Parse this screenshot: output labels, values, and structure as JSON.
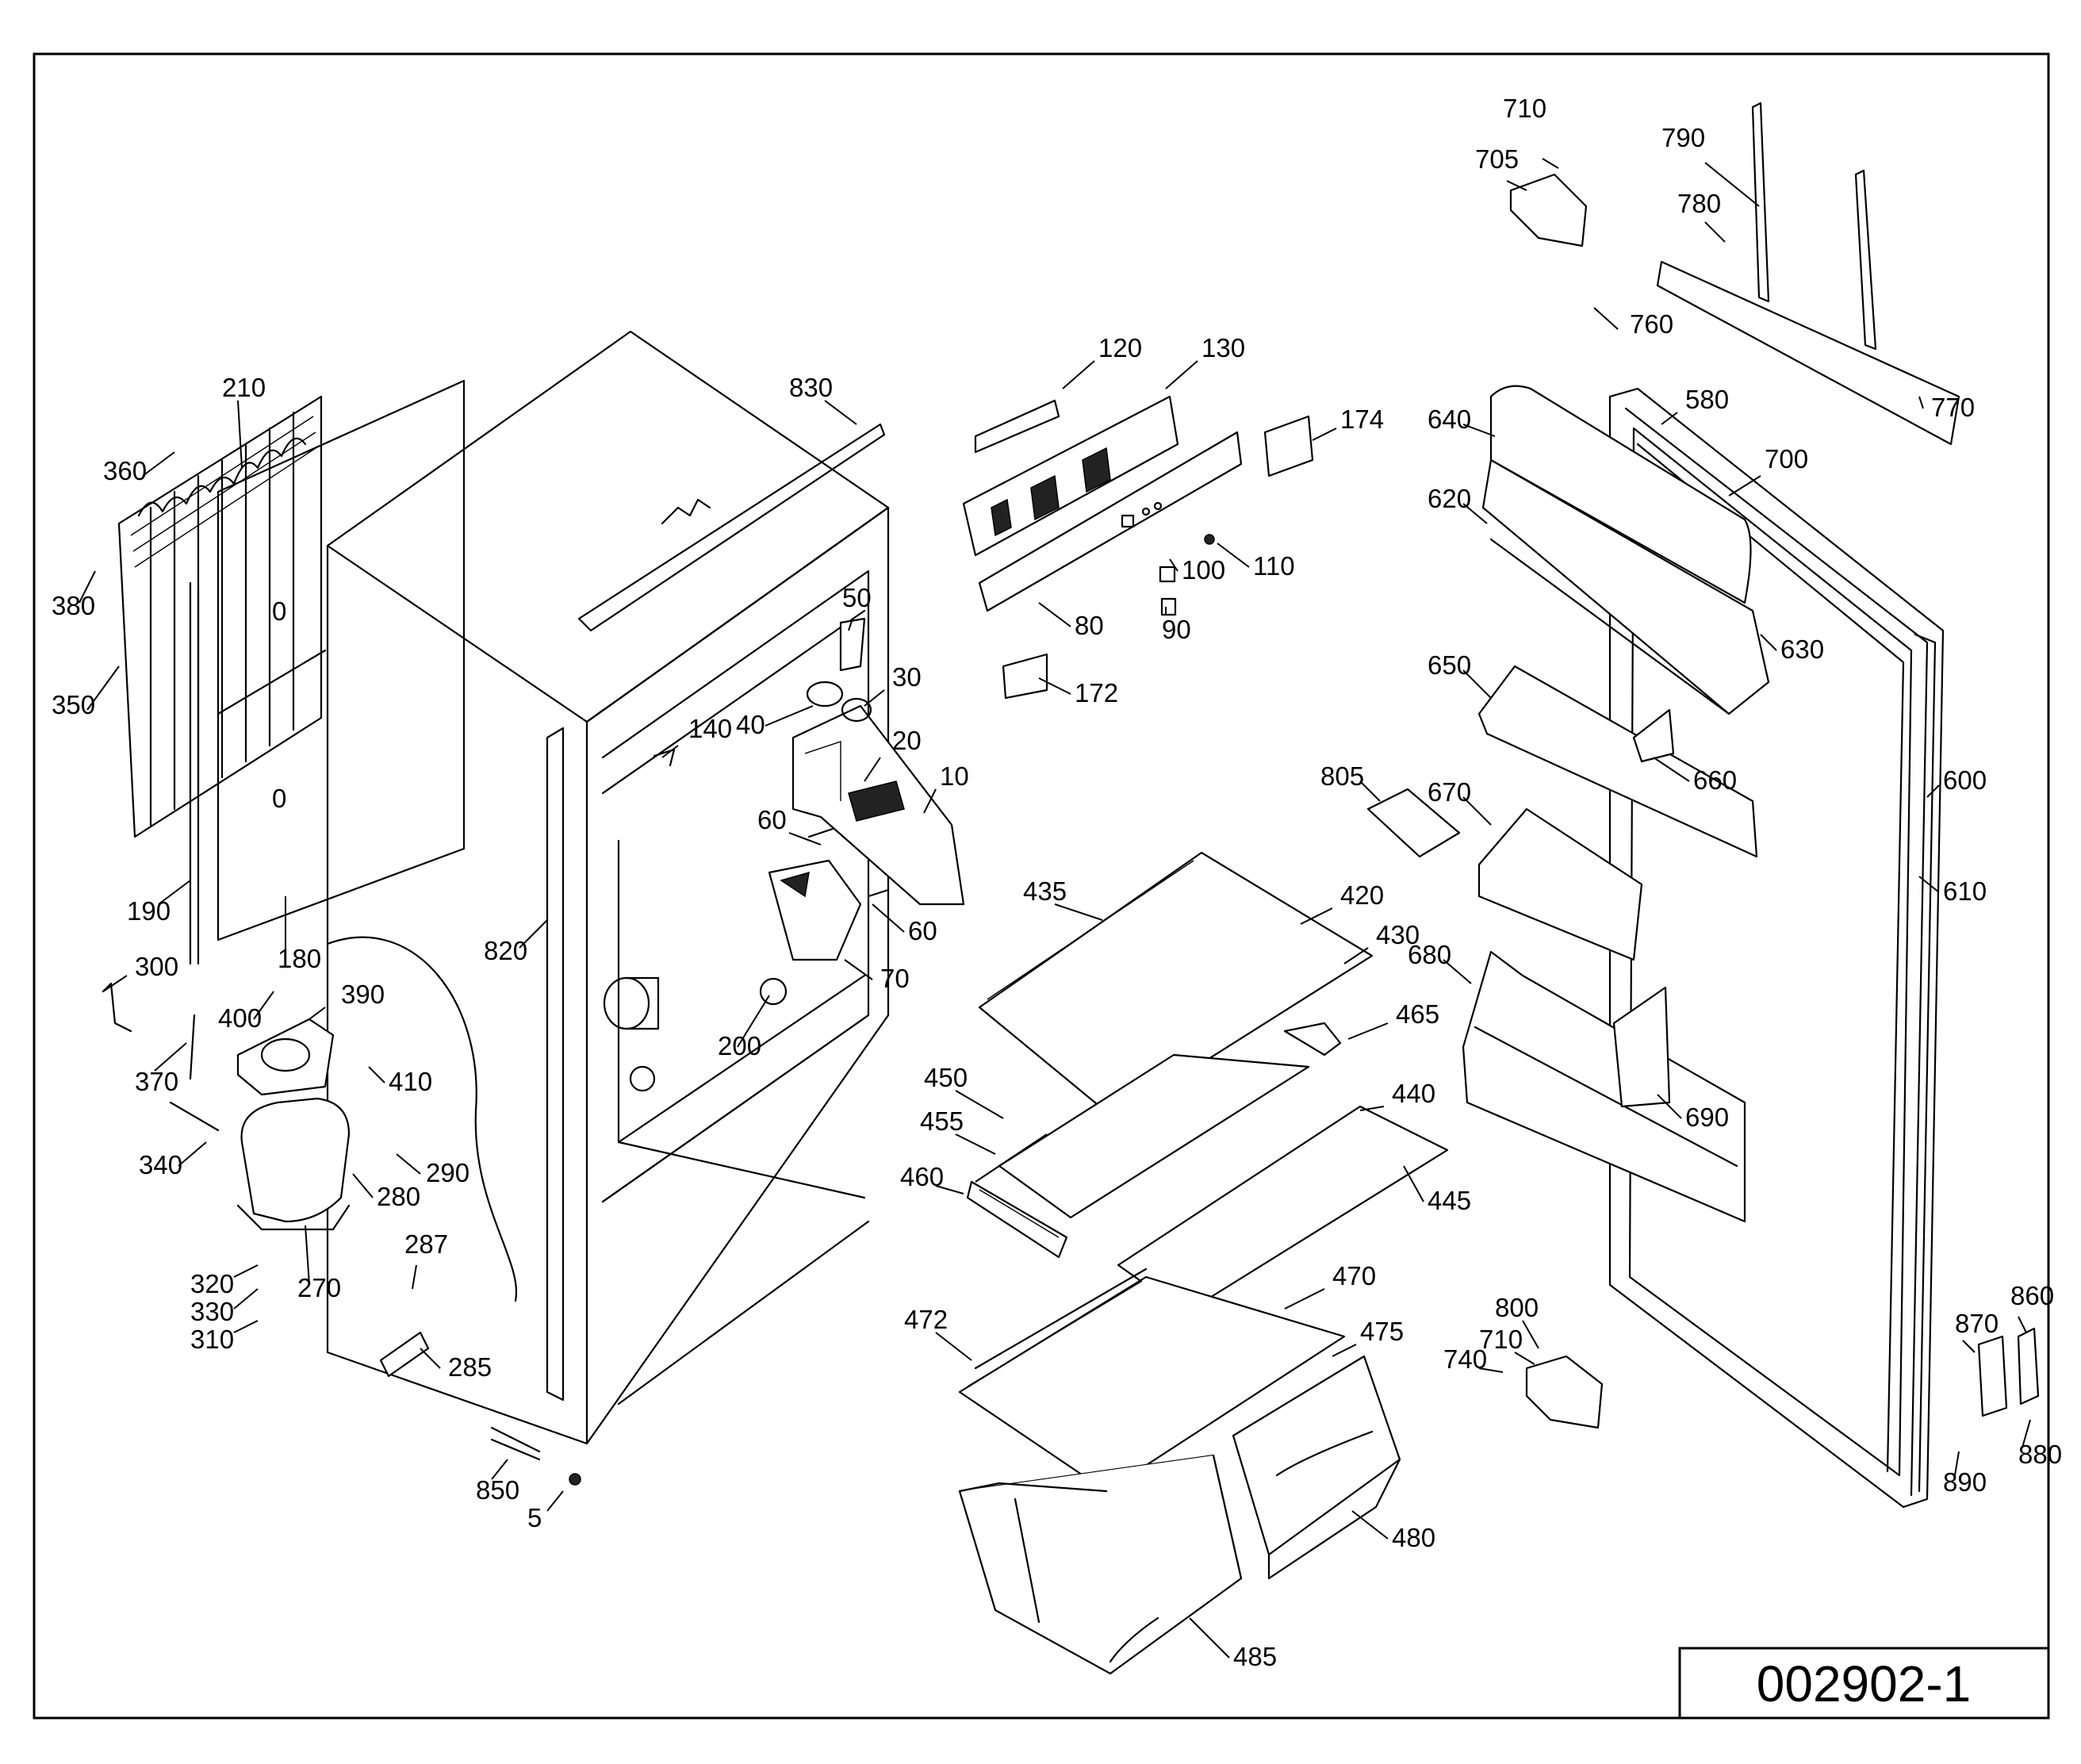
{
  "drawing_number": "002902-1",
  "callouts": [
    {
      "key": "c710a",
      "text": "710"
    },
    {
      "key": "c705",
      "text": "705"
    },
    {
      "key": "c790",
      "text": "790"
    },
    {
      "key": "c780",
      "text": "780"
    },
    {
      "key": "c760",
      "text": "760"
    },
    {
      "key": "c770",
      "text": "770"
    },
    {
      "key": "c580",
      "text": "580"
    },
    {
      "key": "c700",
      "text": "700"
    },
    {
      "key": "c640",
      "text": "640"
    },
    {
      "key": "c620",
      "text": "620"
    },
    {
      "key": "c630",
      "text": "630"
    },
    {
      "key": "c650",
      "text": "650"
    },
    {
      "key": "c660",
      "text": "660"
    },
    {
      "key": "c600",
      "text": "600"
    },
    {
      "key": "c610",
      "text": "610"
    },
    {
      "key": "c670",
      "text": "670"
    },
    {
      "key": "c680",
      "text": "680"
    },
    {
      "key": "c690",
      "text": "690"
    },
    {
      "key": "c805",
      "text": "805"
    },
    {
      "key": "c120",
      "text": "120"
    },
    {
      "key": "c130",
      "text": "130"
    },
    {
      "key": "c174",
      "text": "174"
    },
    {
      "key": "c100",
      "text": "100"
    },
    {
      "key": "c110",
      "text": "110"
    },
    {
      "key": "c90",
      "text": "90"
    },
    {
      "key": "c80",
      "text": "80"
    },
    {
      "key": "c172",
      "text": "172"
    },
    {
      "key": "c830",
      "text": "830"
    },
    {
      "key": "c210",
      "text": "210"
    },
    {
      "key": "c360",
      "text": "360"
    },
    {
      "key": "c380",
      "text": "380"
    },
    {
      "key": "c350",
      "text": "350"
    },
    {
      "key": "c190",
      "text": "190"
    },
    {
      "key": "c180",
      "text": "180"
    },
    {
      "key": "c300",
      "text": "300"
    },
    {
      "key": "c400",
      "text": "400"
    },
    {
      "key": "c390",
      "text": "390"
    },
    {
      "key": "c370",
      "text": "370"
    },
    {
      "key": "c410",
      "text": "410"
    },
    {
      "key": "c340",
      "text": "340"
    },
    {
      "key": "c290",
      "text": "290"
    },
    {
      "key": "c280",
      "text": "280"
    },
    {
      "key": "c270",
      "text": "270"
    },
    {
      "key": "c320",
      "text": "320"
    },
    {
      "key": "c330",
      "text": "330"
    },
    {
      "key": "c310",
      "text": "310"
    },
    {
      "key": "c287",
      "text": "287"
    },
    {
      "key": "c285",
      "text": "285"
    },
    {
      "key": "c820",
      "text": "820"
    },
    {
      "key": "c850",
      "text": "850"
    },
    {
      "key": "c5",
      "text": "5"
    },
    {
      "key": "c50",
      "text": "50"
    },
    {
      "key": "c30",
      "text": "30"
    },
    {
      "key": "c40",
      "text": "40"
    },
    {
      "key": "c140",
      "text": "140"
    },
    {
      "key": "c20",
      "text": "20"
    },
    {
      "key": "c10",
      "text": "10"
    },
    {
      "key": "c60a",
      "text": "60"
    },
    {
      "key": "c60b",
      "text": "60"
    },
    {
      "key": "c70",
      "text": "70"
    },
    {
      "key": "c200",
      "text": "200"
    },
    {
      "key": "c435",
      "text": "435"
    },
    {
      "key": "c420",
      "text": "420"
    },
    {
      "key": "c430",
      "text": "430"
    },
    {
      "key": "c465",
      "text": "465"
    },
    {
      "key": "c450",
      "text": "450"
    },
    {
      "key": "c440",
      "text": "440"
    },
    {
      "key": "c455",
      "text": "455"
    },
    {
      "key": "c460",
      "text": "460"
    },
    {
      "key": "c445",
      "text": "445"
    },
    {
      "key": "c470",
      "text": "470"
    },
    {
      "key": "c472",
      "text": "472"
    },
    {
      "key": "c475",
      "text": "475"
    },
    {
      "key": "c480",
      "text": "480"
    },
    {
      "key": "c485",
      "text": "485"
    },
    {
      "key": "c800",
      "text": "800"
    },
    {
      "key": "c710b",
      "text": "710"
    },
    {
      "key": "c740",
      "text": "740"
    },
    {
      "key": "c870",
      "text": "870"
    },
    {
      "key": "c860",
      "text": "860"
    },
    {
      "key": "c880",
      "text": "880"
    },
    {
      "key": "c890",
      "text": "890"
    }
  ]
}
